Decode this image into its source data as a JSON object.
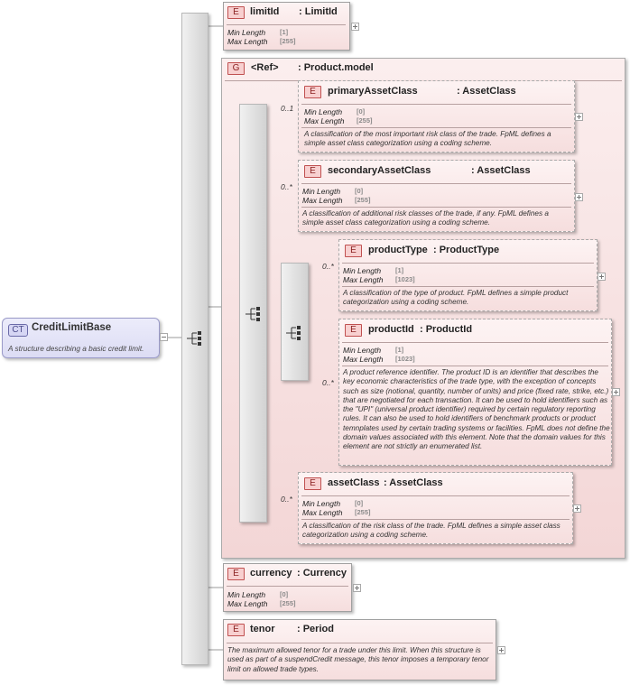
{
  "complex_type": {
    "badge": "CT",
    "name": "CreditLimitBase",
    "description": "A structure describing a basic credit limit."
  },
  "facet_labels": {
    "min_length": "Min Length",
    "max_length": "Max Length"
  },
  "elements": {
    "limitId": {
      "badge": "E",
      "name": "limitId",
      "type": ": LimitId",
      "min": "[1]",
      "max": "[255]"
    },
    "group": {
      "badge": "G",
      "ref": "<Ref>",
      "type": ": Product.model"
    },
    "primaryAssetClass": {
      "badge": "E",
      "name": "primaryAssetClass",
      "type": ": AssetClass",
      "occurs": "0..1",
      "min": "[0]",
      "max": "[255]",
      "description": "A classification of the most important risk class of the trade. FpML defines a simple asset class categorization using a coding scheme."
    },
    "secondaryAssetClass": {
      "badge": "E",
      "name": "secondaryAssetClass",
      "type": ": AssetClass",
      "occurs": "0..*",
      "min": "[0]",
      "max": "[255]",
      "description": "A classification of additional risk classes of the trade, if any. FpML defines a simple asset class categorization using a coding scheme."
    },
    "productType": {
      "badge": "E",
      "name": "productType",
      "type": ": ProductType",
      "occurs": "0..*",
      "min": "[1]",
      "max": "[1023]",
      "description": "A classification of the type of product. FpML defines a simple product categorization using a coding scheme."
    },
    "productId": {
      "badge": "E",
      "name": "productId",
      "type": ": ProductId",
      "occurs": "0..*",
      "min": "[1]",
      "max": "[1023]",
      "description": "A product reference identifier. The product ID is an identifier that describes the key economic characteristics of the trade type, with the exception of concepts such as size (notional, quantity, number of units) and price (fixed rate, strike, etc.) that are negotiated for each transaction. It can be used to hold identifiers such as the \"UPI\" (universal product identifier) required by certain regulatory reporting rules. It can also be used to hold identifiers of benchmark products or product temnplates used by certain trading systems or facilities. FpML does not define the domain values associated with this element. Note that the domain values for this element are not strictly an enumerated list."
    },
    "assetClass": {
      "badge": "E",
      "name": "assetClass",
      "type": ": AssetClass",
      "occurs": "0..*",
      "min": "[0]",
      "max": "[255]",
      "description": "A classification of the risk class of the trade. FpML defines a simple asset class categorization using a coding scheme."
    },
    "currency": {
      "badge": "E",
      "name": "currency",
      "type": ": Currency",
      "min": "[0]",
      "max": "[255]"
    },
    "tenor": {
      "badge": "E",
      "name": "tenor",
      "type": ": Period",
      "description": "The maximum allowed tenor for a trade under this limit. When this structure is used as part of a suspendCredit message, this tenor imposes a temporary tenor limit on allowed trade types."
    }
  }
}
